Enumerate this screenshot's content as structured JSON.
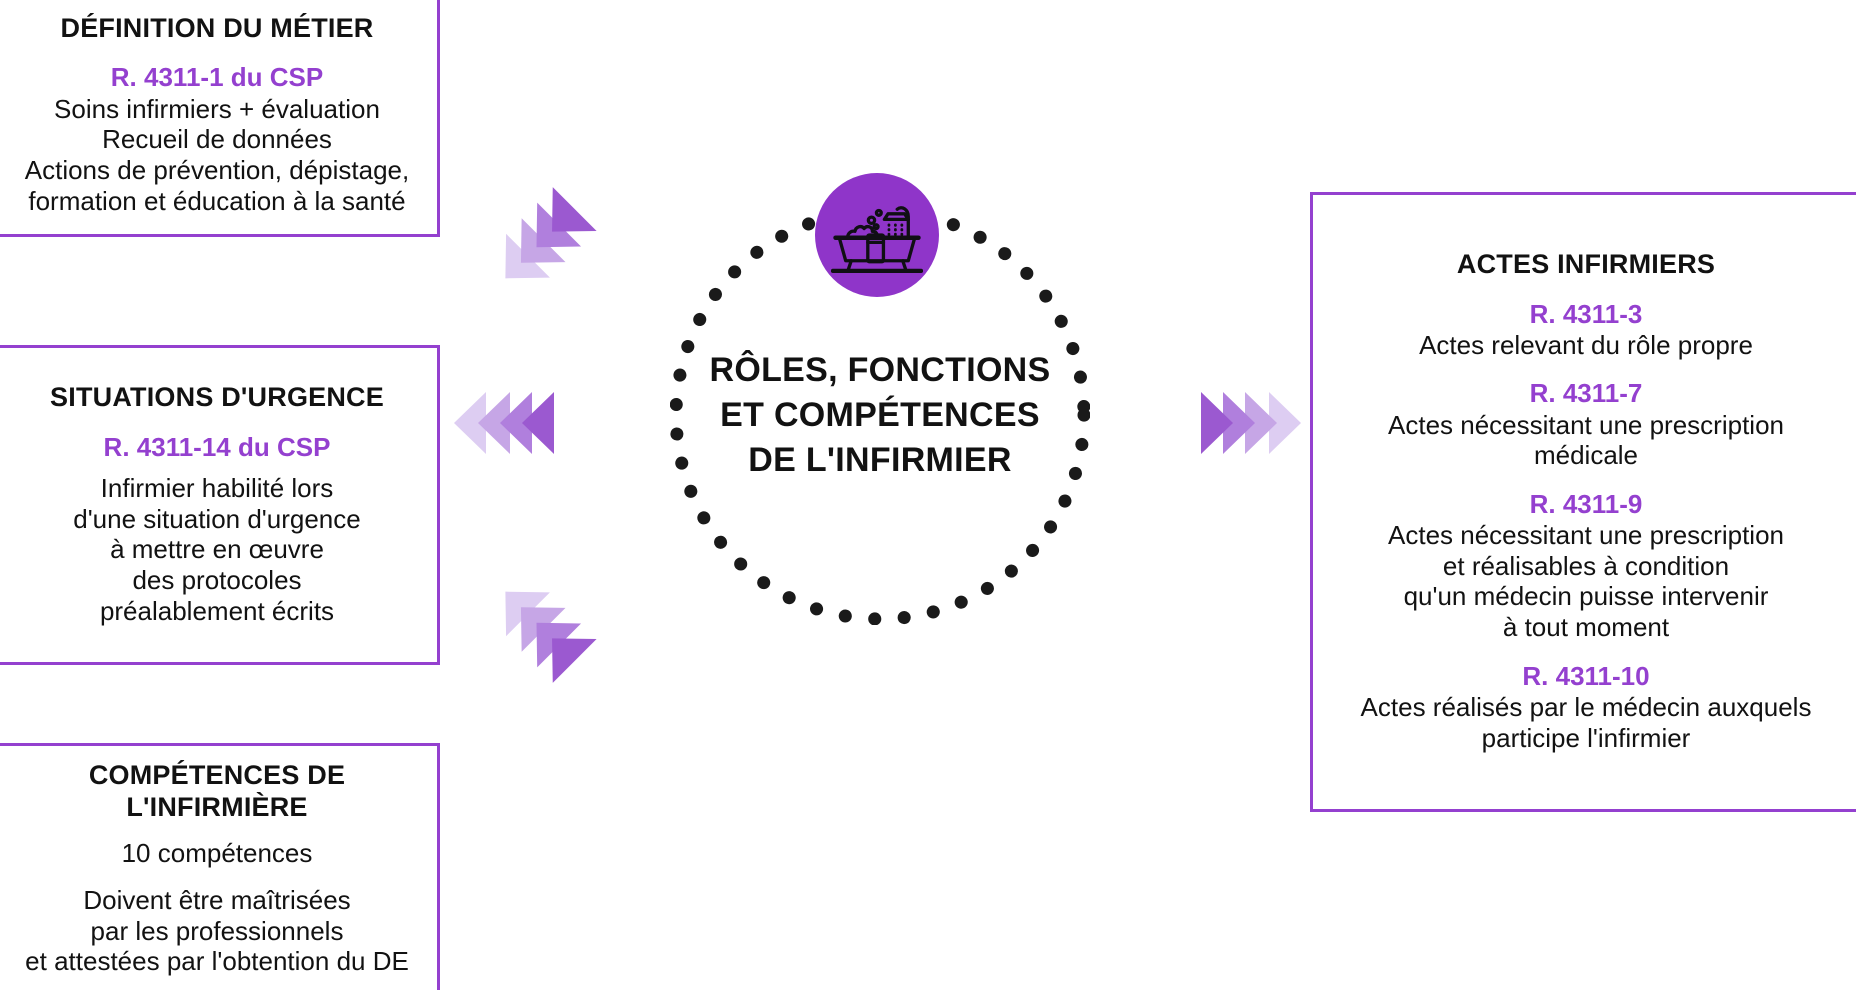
{
  "center": {
    "title_lines": [
      "RÔLES, FONCTIONS",
      "ET COMPÉTENCES",
      "DE L'INFIRMIER"
    ],
    "icon": "bathtub-shower-icon",
    "circle_style": "dotted",
    "badge_color": "#8f35c9",
    "dot_color": "#1a1a1a"
  },
  "colors": {
    "accent": "#9440cf",
    "box_border": "#9440cf",
    "text": "#121212",
    "arrow_dark": "#9b59d0",
    "arrow_mid": "#b98adf",
    "arrow_light": "#cdb0ea",
    "arrow_pale": "#e0d2f4",
    "background": "#ffffff"
  },
  "boxes": {
    "definition": {
      "title": "DÉFINITION DU MÉTIER",
      "ref": "R. 4311-1 du CSP",
      "lines": [
        "Soins infirmiers + évaluation",
        "Recueil de données",
        "Actions de prévention, dépistage,",
        "formation et éducation à la santé"
      ]
    },
    "urgence": {
      "title": "SITUATIONS D'URGENCE",
      "ref": "R. 4311-14 du CSP",
      "lines": [
        "Infirmier habilité lors",
        "d'une situation d'urgence",
        "à mettre en œuvre",
        "des protocoles",
        "préalablement écrits"
      ]
    },
    "competences": {
      "title": "COMPÉTENCES DE L'INFIRMIÈRE",
      "lines_group_1": [
        "10 compétences"
      ],
      "lines_group_2": [
        "Doivent être maîtrisées",
        "par les professionnels",
        "et attestées par l'obtention du DE"
      ]
    },
    "actes": {
      "title": "ACTES INFIRMIERS",
      "entries": [
        {
          "ref": "R. 4311-3",
          "lines": [
            "Actes relevant du rôle propre"
          ]
        },
        {
          "ref": "R. 4311-7",
          "lines": [
            "Actes nécessitant une prescription",
            "médicale"
          ]
        },
        {
          "ref": "R. 4311-9",
          "lines": [
            "Actes nécessitant une prescription",
            "et réalisables à condition",
            "qu'un médecin puisse intervenir",
            "à tout moment"
          ]
        },
        {
          "ref": "R. 4311-10",
          "lines": [
            "Actes réalisés par le médecin auxquels",
            "participe l'infirmier"
          ]
        }
      ]
    }
  },
  "arrows": {
    "left": {
      "name": "chevrons-left",
      "count": 3,
      "direction": "left"
    },
    "right": {
      "name": "chevrons-right",
      "count": 3,
      "direction": "right"
    },
    "upper_left": {
      "name": "chevrons-up-left",
      "count": 4,
      "direction": "up-left"
    },
    "lower_left": {
      "name": "chevrons-down-left",
      "count": 4,
      "direction": "down-left"
    }
  }
}
